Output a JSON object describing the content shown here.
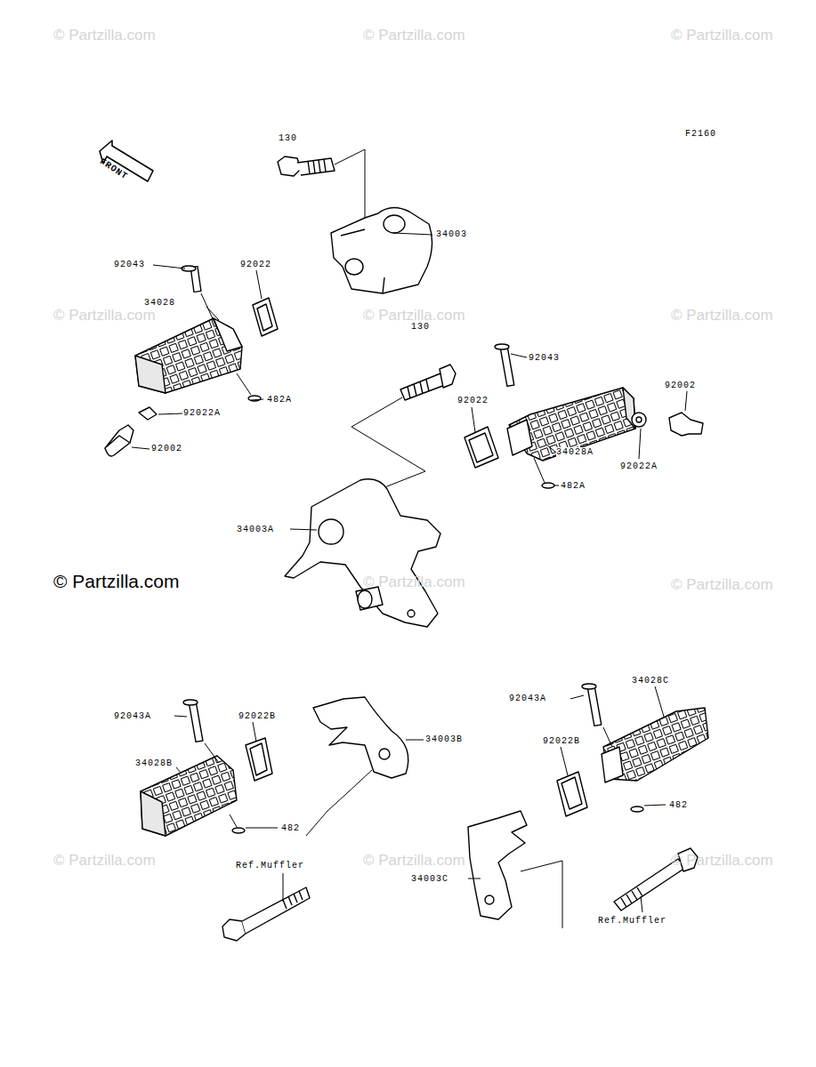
{
  "diagram": {
    "labels": [
      "F2160",
      "FRONT",
      "130",
      "34003",
      "92043",
      "92022",
      "34028",
      "482A",
      "92022A",
      "92002",
      "130",
      "92043",
      "92022",
      "92002",
      "34028A",
      "92022A",
      "482A",
      "34003A",
      "92043A",
      "34028C",
      "92022B",
      "482",
      "92043A",
      "92022B",
      "34003B",
      "34028B",
      "482",
      "Ref.Muffler",
      "34003C",
      "Ref.Muffler",
      "© Partzilla.com",
      "© Partzilla.com",
      "© Partzilla.com",
      "© Partzilla.com",
      "© Partzilla.com",
      "© Partzilla.com",
      "© Partzilla.com",
      "© Partzilla.com",
      "© Partzilla.com",
      "© Partzilla.com",
      "© Partzilla.com",
      "© Partzilla.com"
    ]
  }
}
